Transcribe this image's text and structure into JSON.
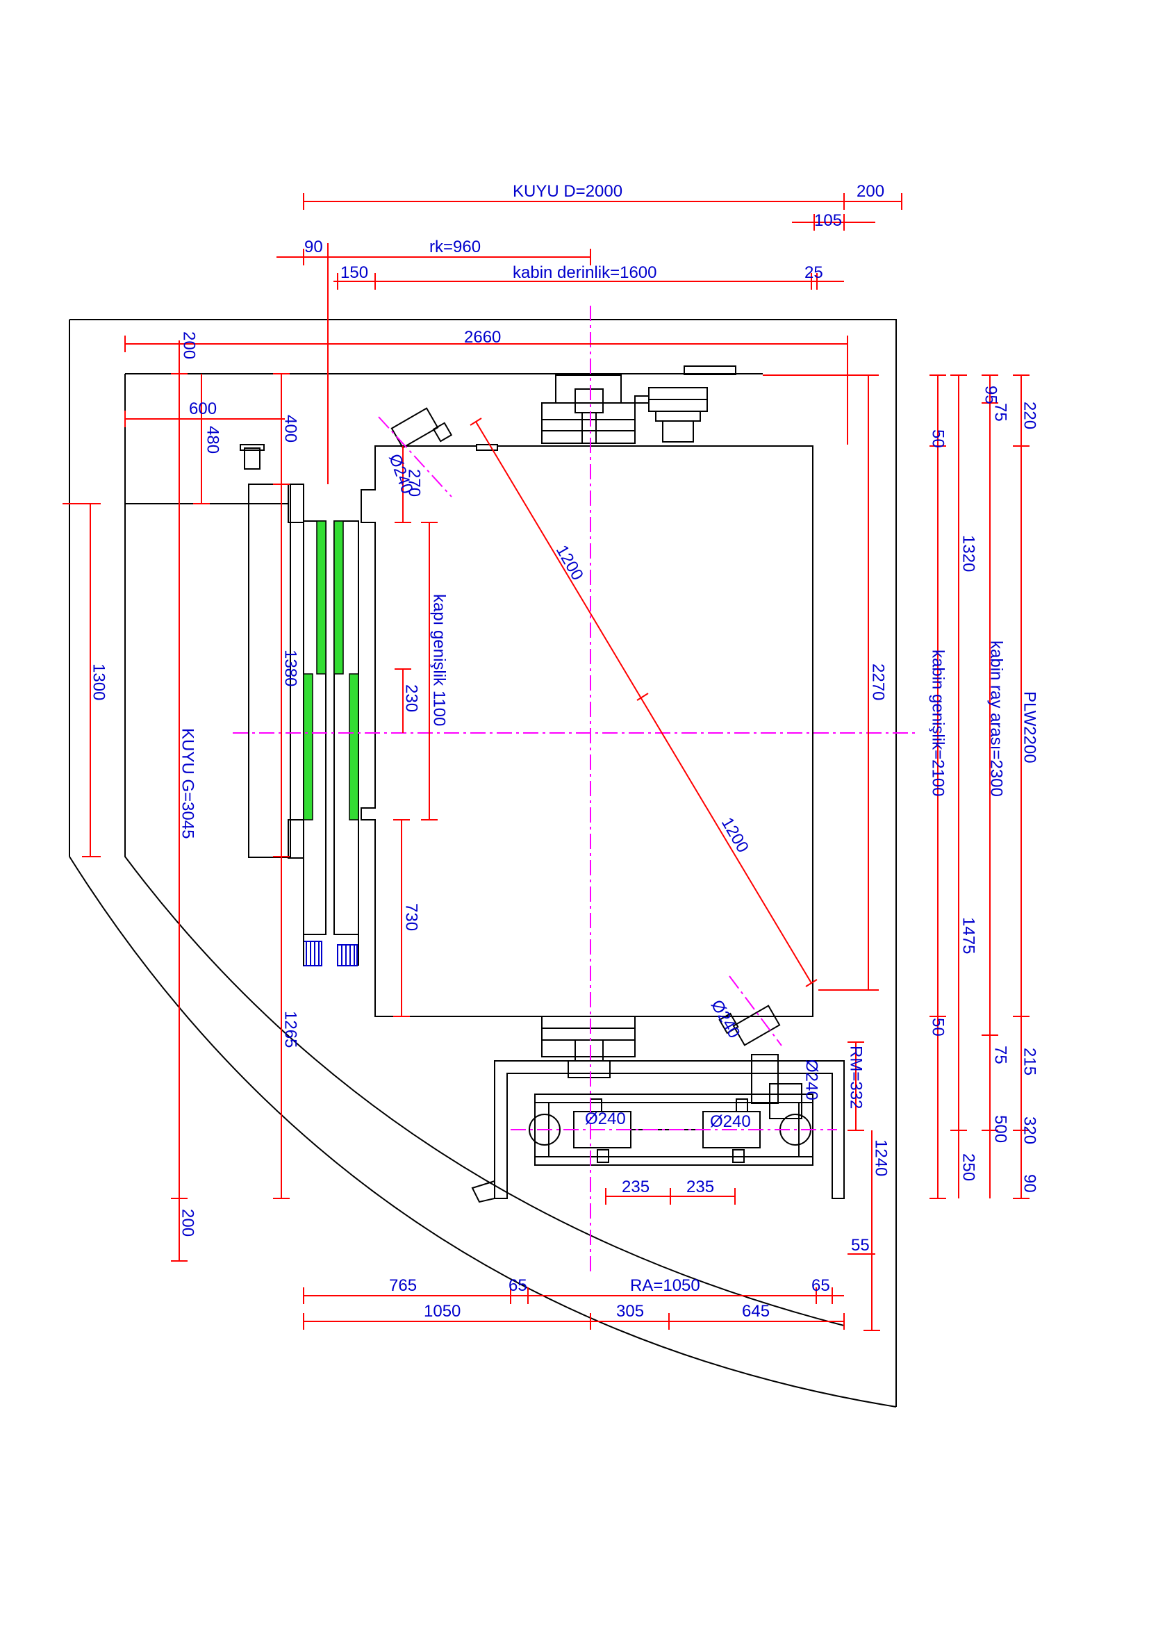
{
  "labels": {
    "kuyu_d": "KUYU D=2000",
    "top_200": "200",
    "top_105": "105",
    "top_90": "90",
    "rk": "rk=960",
    "top_150": "150",
    "kabin_derinlik": "kabin derinlik=1600",
    "top_25": "25",
    "w2660": "2660",
    "left_200": "200",
    "w600": "600",
    "v480": "480",
    "v400": "400",
    "d240_a": "Ø240",
    "v270": "270",
    "diag1200_a": "1200",
    "diag1200_b": "1200",
    "kapi": "kapı genişlik 1100",
    "v230": "230",
    "v1380": "1380",
    "v1300": "1300",
    "kuyu_g": "KUYU G=3045",
    "v730": "730",
    "v1265": "1265",
    "bot_200": "200",
    "v2270": "2270",
    "r50_a": "50",
    "r1320": "1320",
    "kabin_genislik": "kabin genişlik=2100",
    "r1475": "1475",
    "r50_b": "50",
    "r250": "250",
    "r95": "95",
    "r75_a": "75",
    "kabin_ray": "kabin ray arası=2300",
    "r75_b": "75",
    "r500": "500",
    "plw": "PLW2200",
    "r220": "220",
    "r215": "215",
    "r320": "320",
    "r90": "90",
    "d240_b": "Ø240",
    "rm": "RM=332",
    "d240_c": "Ø240",
    "d240_d": "Ø240",
    "d240_e": "Ø240",
    "h235_a": "235",
    "h235_b": "235",
    "v1240": "1240",
    "h55": "55",
    "h765": "765",
    "h65_a": "65",
    "ra": "RA=1050",
    "h65_b": "65",
    "h1050": "1050",
    "h305": "305",
    "h645": "645"
  },
  "colors": {
    "dimension": "#ff0000",
    "text": "#0000cc",
    "axis": "#ff00ff",
    "door_panel": "#33dd33",
    "outline": "#000000"
  }
}
